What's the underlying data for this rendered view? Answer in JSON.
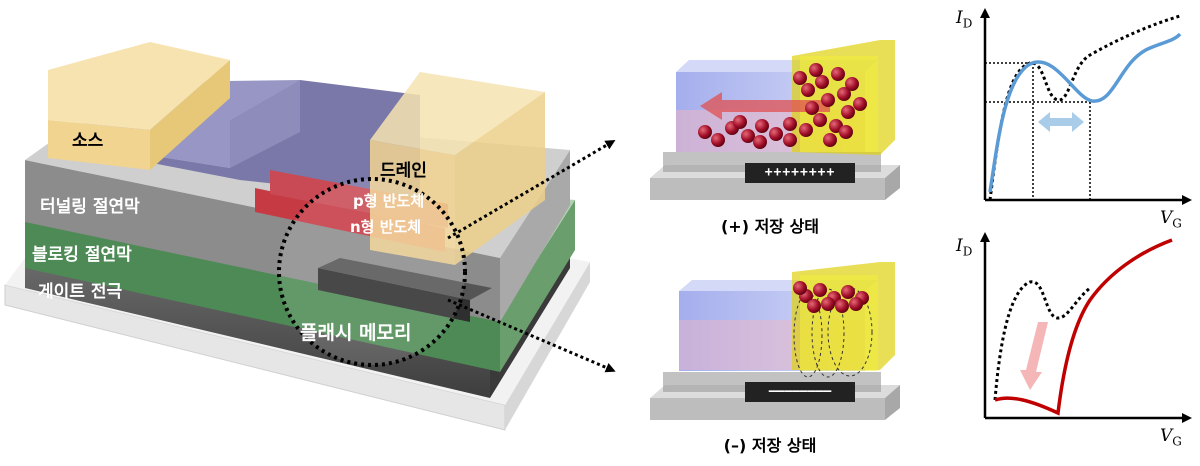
{
  "device": {
    "source": "소스",
    "drain": "드레인",
    "p_semiconductor": "p형 반도체",
    "n_semiconductor": "n형 반도체",
    "tunneling_insulator": "터널링 절연막",
    "blocking_insulator": "블로킹 절연막",
    "gate_electrode": "게이트 전극",
    "flash_memory": "플래시 메모리"
  },
  "states": {
    "positive_caption": "(+) 저장 상태",
    "negative_caption": "(–) 저장 상태",
    "positive_charges": "++++++++",
    "negative_charges": "––––––––"
  },
  "plots": {
    "top": {
      "y_label": "I",
      "y_sub": "D",
      "x_label": "V",
      "x_sub": "G"
    },
    "bottom": {
      "y_label": "I",
      "y_sub": "D",
      "x_label": "V",
      "x_sub": "G"
    }
  },
  "colors": {
    "source_drain": "#f2d491",
    "channel_block": "#7a78a8",
    "p_layer": "#c94a55",
    "n_layer": "#c63a44",
    "tunneling_layer": "#8c8c8c",
    "blocking_layer": "#4e8a55",
    "gate_layer": "#5a5a5a",
    "curve_blue": "#5a9bd5",
    "curve_red": "#c00000",
    "arrow_lightblue": "#a9cce8",
    "arrow_pink": "#f4b6b6"
  }
}
